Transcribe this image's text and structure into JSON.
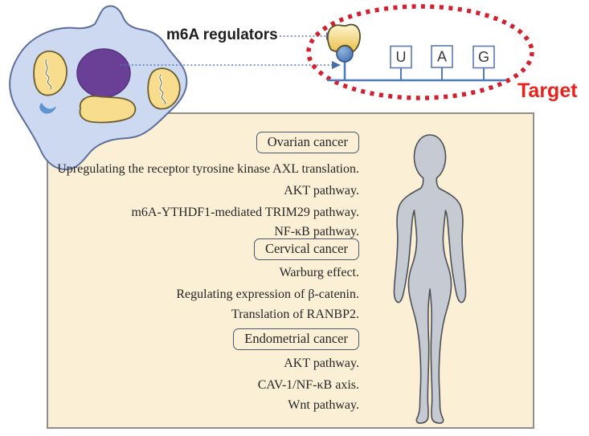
{
  "figure": {
    "regulators_label": "m6A regulators",
    "target_label": "Target",
    "rna": {
      "bases": [
        "U",
        "A",
        "G"
      ]
    },
    "icons": [
      "cell-illustration",
      "nucleus",
      "mitochondria",
      "m6a-reader-protein",
      "m6a-mark-ball",
      "rna-strand",
      "target-ellipse",
      "human-body-silhouette"
    ]
  },
  "panel": {
    "rows": [
      {
        "type": "box",
        "text": "Ovarian cancer"
      },
      {
        "type": "line",
        "text": "Upregulating the receptor tyrosine kinase AXL translation."
      },
      {
        "type": "line",
        "text": "AKT pathway."
      },
      {
        "type": "line",
        "text": "m6A-YTHDF1-mediated TRIM29 pathway."
      },
      {
        "type": "line",
        "text": "NF-κB pathway."
      },
      {
        "type": "box",
        "text": "Cervical cancer"
      },
      {
        "type": "line",
        "text": "Warburg effect."
      },
      {
        "type": "line",
        "text": "Regulating expression of β-catenin."
      },
      {
        "type": "line",
        "text": "Translation of RANBP2."
      },
      {
        "type": "box",
        "text": "Endometrial cancer"
      },
      {
        "type": "line",
        "text": "AKT pathway."
      },
      {
        "type": "line",
        "text": "CAV-1/NF-κB axis."
      },
      {
        "type": "line",
        "text": "Wnt pathway."
      }
    ]
  },
  "colors": {
    "panel_bg": "#fbf0d6",
    "panel_border": "#8e8e8e",
    "ellipse_red": "#d3202f",
    "target_red": "#e8231b",
    "cell_fill": "#ccd9f0",
    "cell_stroke": "#5d6f9e",
    "nucleus": "#6a4096",
    "organelle_yellow": "#f7dd8d",
    "rna_blue": "#4d7cc0",
    "silhouette_gray": "#c6cad3"
  }
}
